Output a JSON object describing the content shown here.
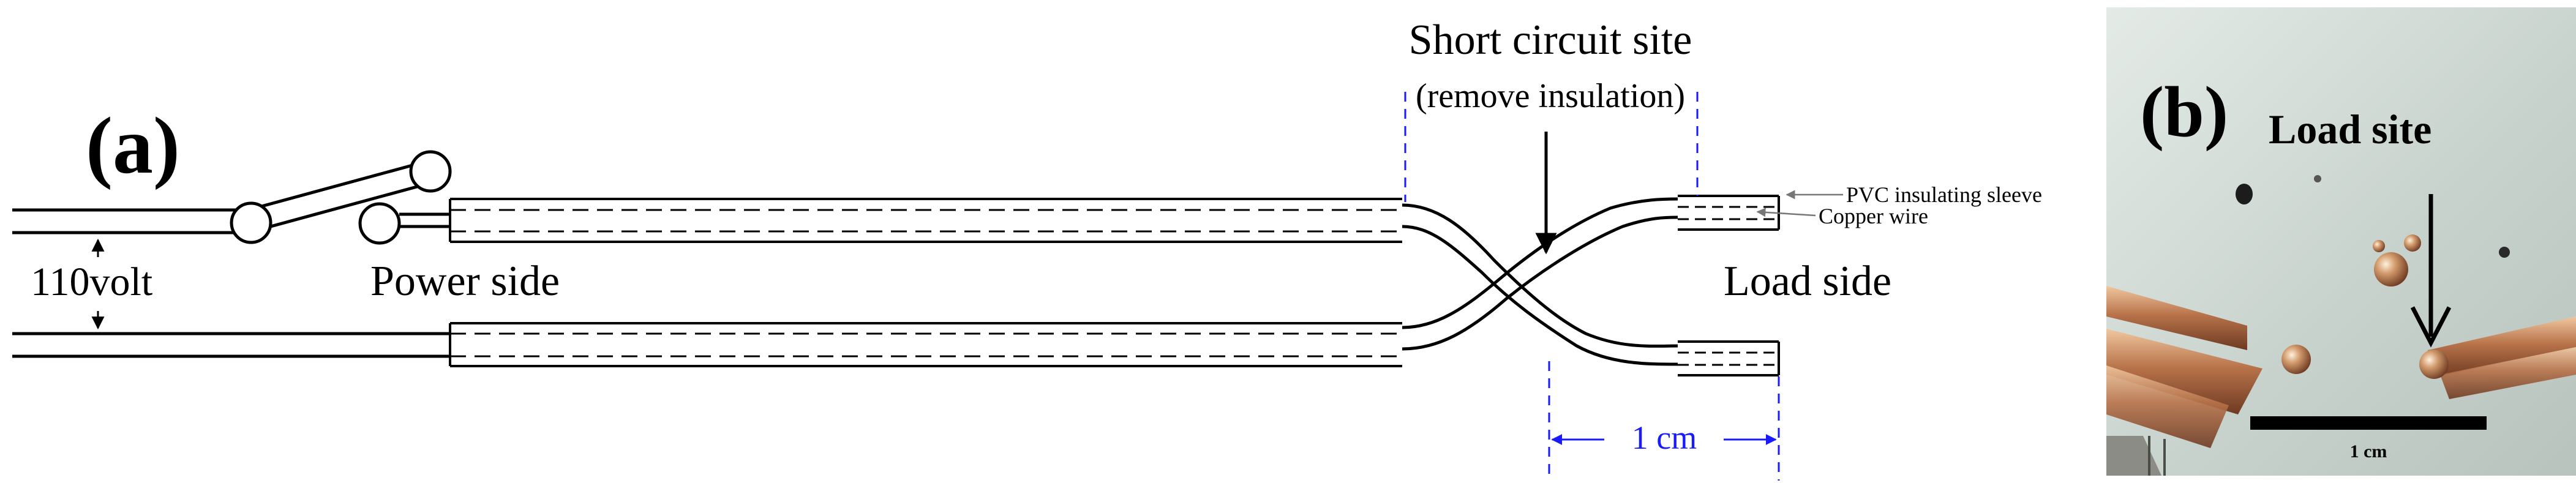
{
  "panel_a": {
    "label": "(a)",
    "voltage": "110volt",
    "power_side": "Power side",
    "load_side": "Load side",
    "short_circuit_title": "Short circuit site",
    "short_circuit_note": "(remove insulation)",
    "pvc_label": "PVC insulating sleeve",
    "copper_label": "Copper wire",
    "scale_label": "1 cm"
  },
  "panel_b": {
    "label": "(b)",
    "load_site": "Load site",
    "scale_label": "1 cm"
  },
  "colors": {
    "line": "#000000",
    "dimension": "#1a1aff",
    "photo_bg": "#c9d3cd"
  }
}
